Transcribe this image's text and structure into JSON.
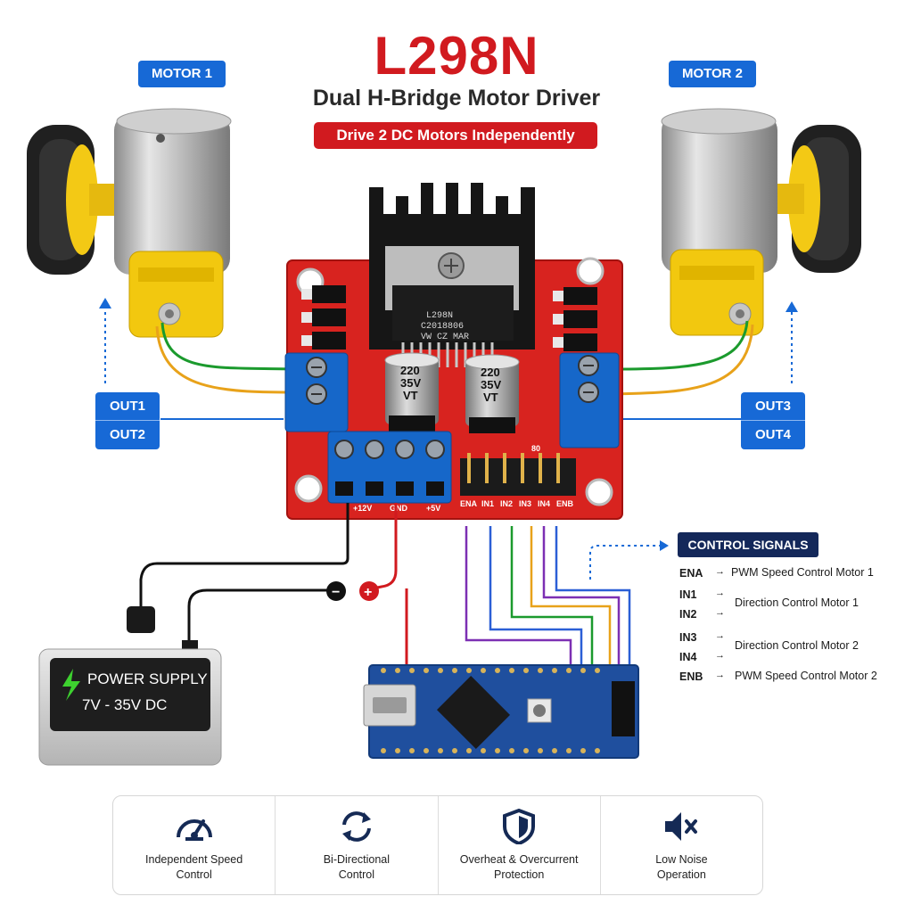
{
  "header": {
    "title": "L298N",
    "subtitle": "Dual H-Bridge Motor Driver",
    "tagline": "Drive 2 DC Motors Independently"
  },
  "motors": {
    "motor1": "MOTOR 1",
    "motor2": "MOTOR 2"
  },
  "outputs": {
    "out1": "OUT1",
    "out2": "OUT2",
    "out3": "OUT3",
    "out4": "OUT4"
  },
  "board": {
    "cap_value_top": "220",
    "cap_value_mid": "35V",
    "cap_value_bot": "VT",
    "chip_line1": "L298N",
    "chip_line2": "C2018806",
    "chip_line3": "VW CZ MAR",
    "power_pins": [
      "+12V",
      "GND",
      "+5V"
    ],
    "control_pins": [
      "ENA",
      "IN1",
      "IN2",
      "IN3",
      "IN4",
      "ENB"
    ],
    "header_mark": "80"
  },
  "power_supply": {
    "label": "POWER SUPPLY",
    "range": "7V - 35V DC",
    "minus": "−",
    "plus": "+"
  },
  "control_signals": {
    "title": "CONTROL SIGNALS",
    "arrow": "→",
    "items": [
      {
        "pin": "ENA",
        "desc": "PWM Speed Control Motor 1"
      },
      {
        "pin": "IN1",
        "desc": "Direction Control Motor 1"
      },
      {
        "pin": "IN2",
        "desc": ""
      },
      {
        "pin": "IN3",
        "desc": "Direction Control Motor 2"
      },
      {
        "pin": "IN4",
        "desc": ""
      },
      {
        "pin": "ENB",
        "desc": "PWM Speed Control Motor 2"
      }
    ]
  },
  "features": [
    {
      "line1": "Independent Speed",
      "line2": "Control",
      "icon": "speedometer-icon"
    },
    {
      "line1": "Bi-Directional",
      "line2": "Control",
      "icon": "refresh-arrows-icon"
    },
    {
      "line1": "Overheat & Overcurrent",
      "line2": "Protection",
      "icon": "shield-icon"
    },
    {
      "line1": "Low Noise",
      "line2": "Operation",
      "icon": "mute-speaker-icon"
    }
  ],
  "colors": {
    "accent_red": "#d11a1f",
    "accent_blue": "#1769d6",
    "navy": "#14285a",
    "board_red": "#d8231f"
  }
}
